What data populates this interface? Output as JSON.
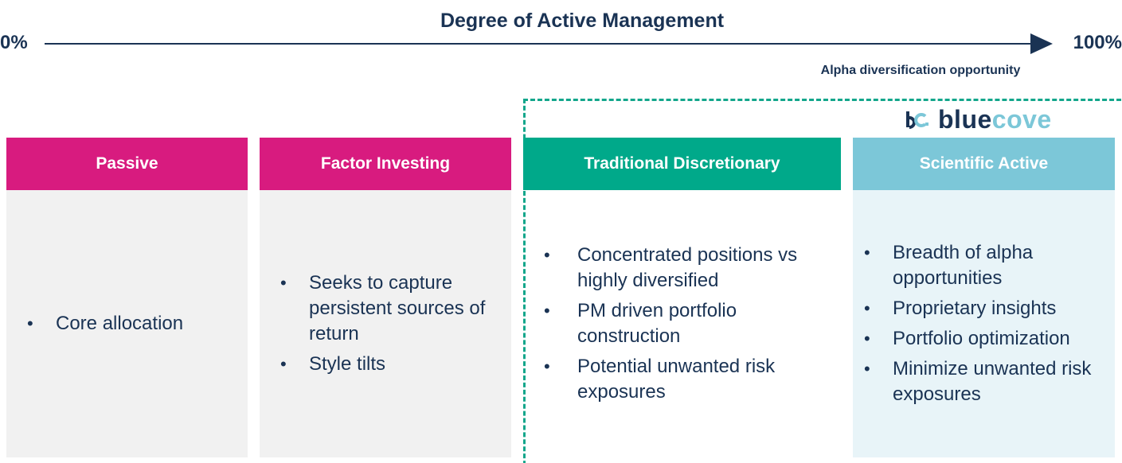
{
  "axis": {
    "title": "Degree of Active Management",
    "left_label": "0%",
    "right_label": "100%",
    "note": "Alpha diversification opportunity"
  },
  "logo": {
    "blue": "blue",
    "cove": "cove"
  },
  "columns": [
    {
      "title": "Passive",
      "header_color": "#d81b7f",
      "items": [
        "Core allocation"
      ]
    },
    {
      "title": "Factor Investing",
      "header_color": "#d81b7f",
      "items": [
        "Seeks to capture persistent sources of return",
        "Style tilts"
      ]
    },
    {
      "title": "Traditional Discretionary",
      "header_color": "#00a98a",
      "items": [
        "Concentrated positions vs highly diversified",
        "PM driven portfolio construction",
        "Potential unwanted risk exposures"
      ]
    },
    {
      "title": "Scientific Active",
      "header_color": "#7cc7d8",
      "items": [
        "Breadth of alpha opportunities",
        "Proprietary insights",
        "Portfolio optimization",
        "Minimize unwanted risk exposures"
      ]
    }
  ],
  "colors": {
    "navy": "#1a3354",
    "magenta": "#d81b7f",
    "green": "#00a98a",
    "light_blue": "#7cc7d8",
    "dashed_border": "#13a68b"
  }
}
